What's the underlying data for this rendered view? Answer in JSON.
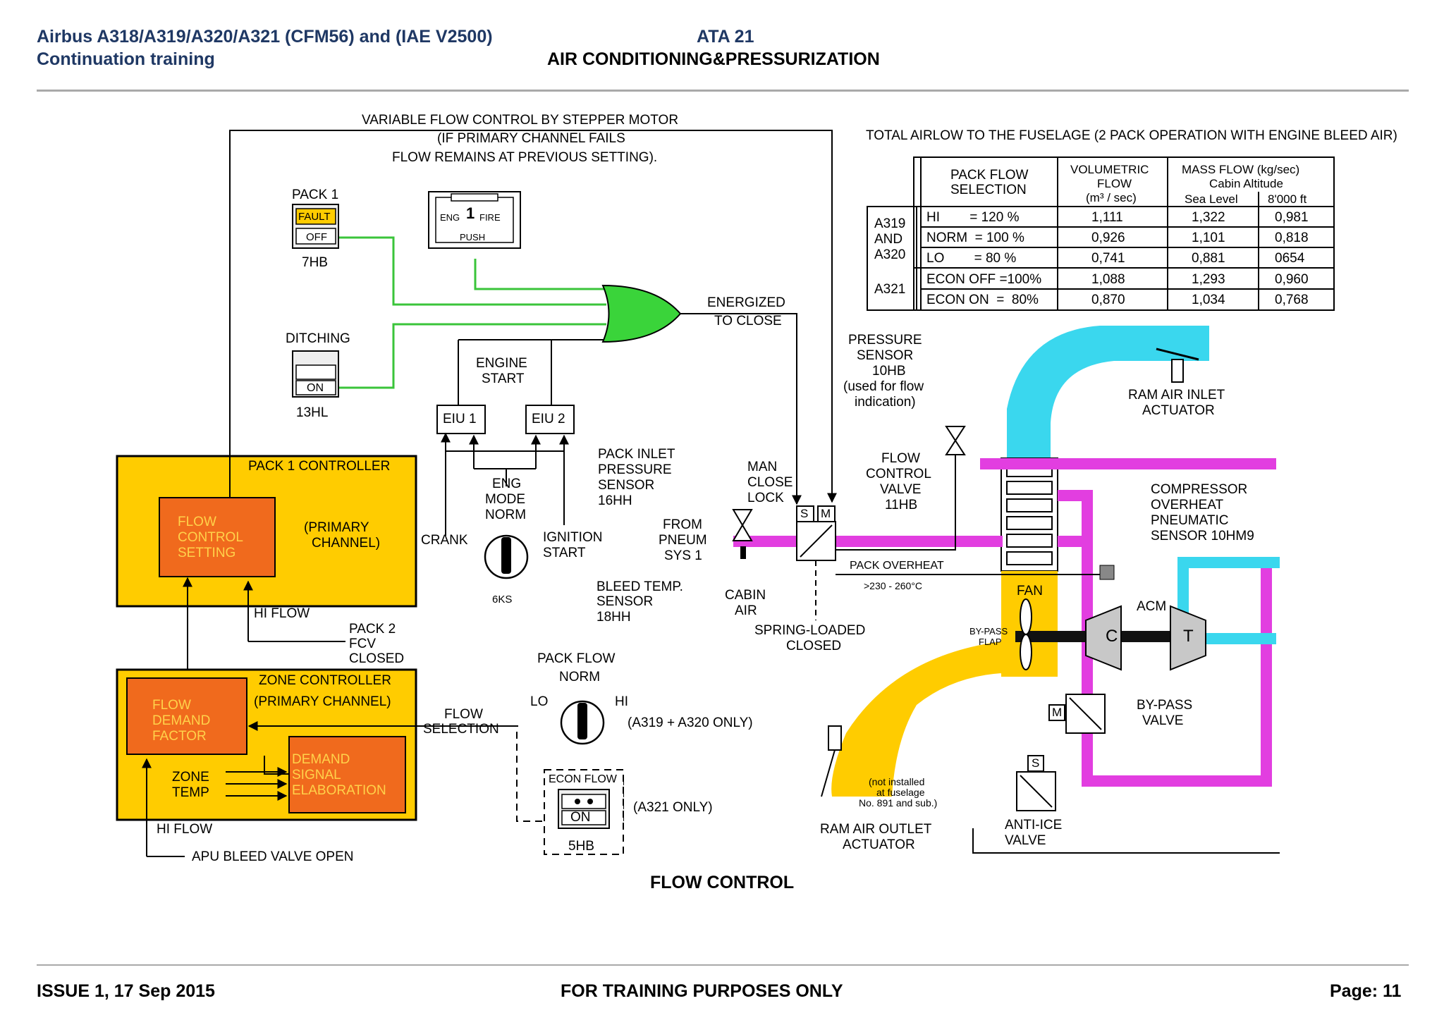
{
  "header": {
    "title_line1": "Airbus A318/A319/A320/A321 (CFM56) and (IAE V2500)",
    "title_line2": "Continuation training",
    "ata_number": "ATA 21",
    "ata_title": "AIR CONDITIONING&PRESSURIZATION"
  },
  "diagram": {
    "variable_flow": {
      "line1": "VARIABLE FLOW CONTROL BY STEPPER MOTOR",
      "line2": "(IF PRIMARY CHANNEL FAILS",
      "line3": "FLOW REMAINS AT PREVIOUS SETTING)."
    },
    "pack1_pb": {
      "title": "PACK 1",
      "fault": "FAULT",
      "off": "OFF",
      "ref": "7HB"
    },
    "fire_pb": {
      "eng": "ENG",
      "num": "1",
      "fire": "FIRE",
      "push": "PUSH"
    },
    "ditching_pb": {
      "title": "DITCHING",
      "on": "ON",
      "ref": "13HL"
    },
    "energized": {
      "line1": "ENERGIZED",
      "line2": "TO CLOSE"
    },
    "engine_start": {
      "line1": "ENGINE",
      "line2": "START"
    },
    "eiu1": "EIU 1",
    "eiu2": "EIU 2",
    "eng_mode": {
      "line1": "ENG",
      "line2": "MODE",
      "line3": "NORM",
      "crank": "CRANK",
      "ign1": "IGNITION",
      "ign2": "START",
      "ref": "6KS"
    },
    "pack1_controller": {
      "title": "PACK 1 CONTROLLER",
      "fcs1": "FLOW",
      "fcs2": "CONTROL",
      "fcs3": "SETTING",
      "pc1": "(PRIMARY",
      "pc2": "CHANNEL)"
    },
    "hi_flow_1": "HI FLOW",
    "pack2_fcv": {
      "line1": "PACK 2",
      "line2": "FCV",
      "line3": "CLOSED"
    },
    "zone_controller": {
      "title": "ZONE CONTROLLER",
      "primary": "(PRIMARY CHANNEL)",
      "fdf1": "FLOW",
      "fdf2": "DEMAND",
      "fdf3": "FACTOR",
      "dse1": "DEMAND",
      "dse2": "SIGNAL",
      "dse3": "ELABORATION",
      "zt1": "ZONE",
      "zt2": "TEMP"
    },
    "hi_flow_2": "HI FLOW",
    "apu_bleed": "APU BLEED VALVE OPEN",
    "flow_selection": {
      "line1": "FLOW",
      "line2": "SELECTION"
    },
    "pack_flow_sel": {
      "title": "PACK FLOW",
      "norm": "NORM",
      "lo": "LO",
      "hi": "HI",
      "note": "(A319 + A320 ONLY)"
    },
    "econ_flow": {
      "title": "ECON FLOW",
      "on": "ON",
      "ref": "5HB",
      "note": "(A321 ONLY)"
    },
    "pack_inlet_sensor": {
      "line1": "PACK INLET",
      "line2": "PRESSURE",
      "line3": "SENSOR",
      "line4": "16HH"
    },
    "from_pneum": {
      "line1": "FROM",
      "line2": "PNEUM",
      "line3": "SYS 1"
    },
    "bleed_temp": {
      "line1": "BLEED TEMP.",
      "line2": "SENSOR",
      "line3": "18HH"
    },
    "man_close": {
      "line1": "MAN",
      "line2": "CLOSE",
      "line3": "LOCK"
    },
    "cabin_air": {
      "line1": "CABIN",
      "line2": "AIR"
    },
    "spring_loaded": {
      "line1": "SPRING-LOADED",
      "line2": "CLOSED"
    },
    "valve_s": "S",
    "valve_m": "M",
    "pressure_sensor": {
      "line1": "PRESSURE",
      "line2": "SENSOR",
      "line3": "10HB",
      "line4": "(used for flow",
      "line5": "indication)"
    },
    "fcv": {
      "line1": "FLOW",
      "line2": "CONTROL",
      "line3": "VALVE",
      "line4": "11HB"
    },
    "pack_overheat": {
      "line1": "PACK OVERHEAT",
      "line2": ">230 - 260°C"
    },
    "ram_inlet": {
      "line1": "RAM AIR INLET",
      "line2": "ACTUATOR"
    },
    "compressor_sensor": {
      "line1": "COMPRESSOR",
      "line2": "OVERHEAT",
      "line3": "PNEUMATIC",
      "line4": "SENSOR 10HM9"
    },
    "fan": "FAN",
    "bypass_flap": {
      "line1": "BY-PASS",
      "line2": "FLAP"
    },
    "acm": "ACM",
    "comp_c": "C",
    "turb_t": "T",
    "bypass_valve": {
      "line1": "BY-PASS",
      "line2": "VALVE",
      "m": "M"
    },
    "anti_ice": {
      "line1": "ANTI-ICE",
      "line2": "VALVE",
      "s": "S"
    },
    "ram_outlet": {
      "line1": "RAM AIR OUTLET",
      "line2": "ACTUATOR"
    },
    "not_installed": {
      "line1": "(not installed",
      "line2": "at fuselage",
      "line3": "No. 891 and sub.)"
    },
    "airflow_table": {
      "title": "TOTAL AIRLOW TO THE  FUSELAGE (2 PACK OPERATION WITH ENGINE BLEED AIR)",
      "col_pack1": "PACK FLOW",
      "col_pack2": "SELECTION",
      "col_vol1": "VOLUMETRIC",
      "col_vol2": "FLOW",
      "col_vol3": "(m³ / sec)",
      "col_mass1": "MASS FLOW (kg/sec)",
      "col_mass2": "Cabin Altitude",
      "col_sea": "Sea Level",
      "col_8000": "8'000 ft",
      "group1": [
        "A319",
        "AND",
        "A320"
      ],
      "group2": "A321",
      "rows": [
        {
          "sel": "HI        = 120 %",
          "vol": "1,111",
          "sea": "1,322",
          "alt": "0,981"
        },
        {
          "sel": "NORM  = 100 %",
          "vol": "0,926",
          "sea": "1,101",
          "alt": "0,818"
        },
        {
          "sel": "LO        = 80 %",
          "vol": "0,741",
          "sea": "0,881",
          "alt": "0654"
        },
        {
          "sel": "ECON OFF =100%",
          "vol": "1,088",
          "sea": "1,293",
          "alt": "0,960"
        },
        {
          "sel": "ECON ON  =  80%",
          "vol": "0,870",
          "sea": "1,034",
          "alt": "0,768"
        }
      ]
    }
  },
  "caption": "FLOW CONTROL",
  "footer": {
    "issue": "ISSUE 1, 17 Sep 2015",
    "purpose": "FOR TRAINING PURPOSES ONLY",
    "page": "Page: 11"
  }
}
